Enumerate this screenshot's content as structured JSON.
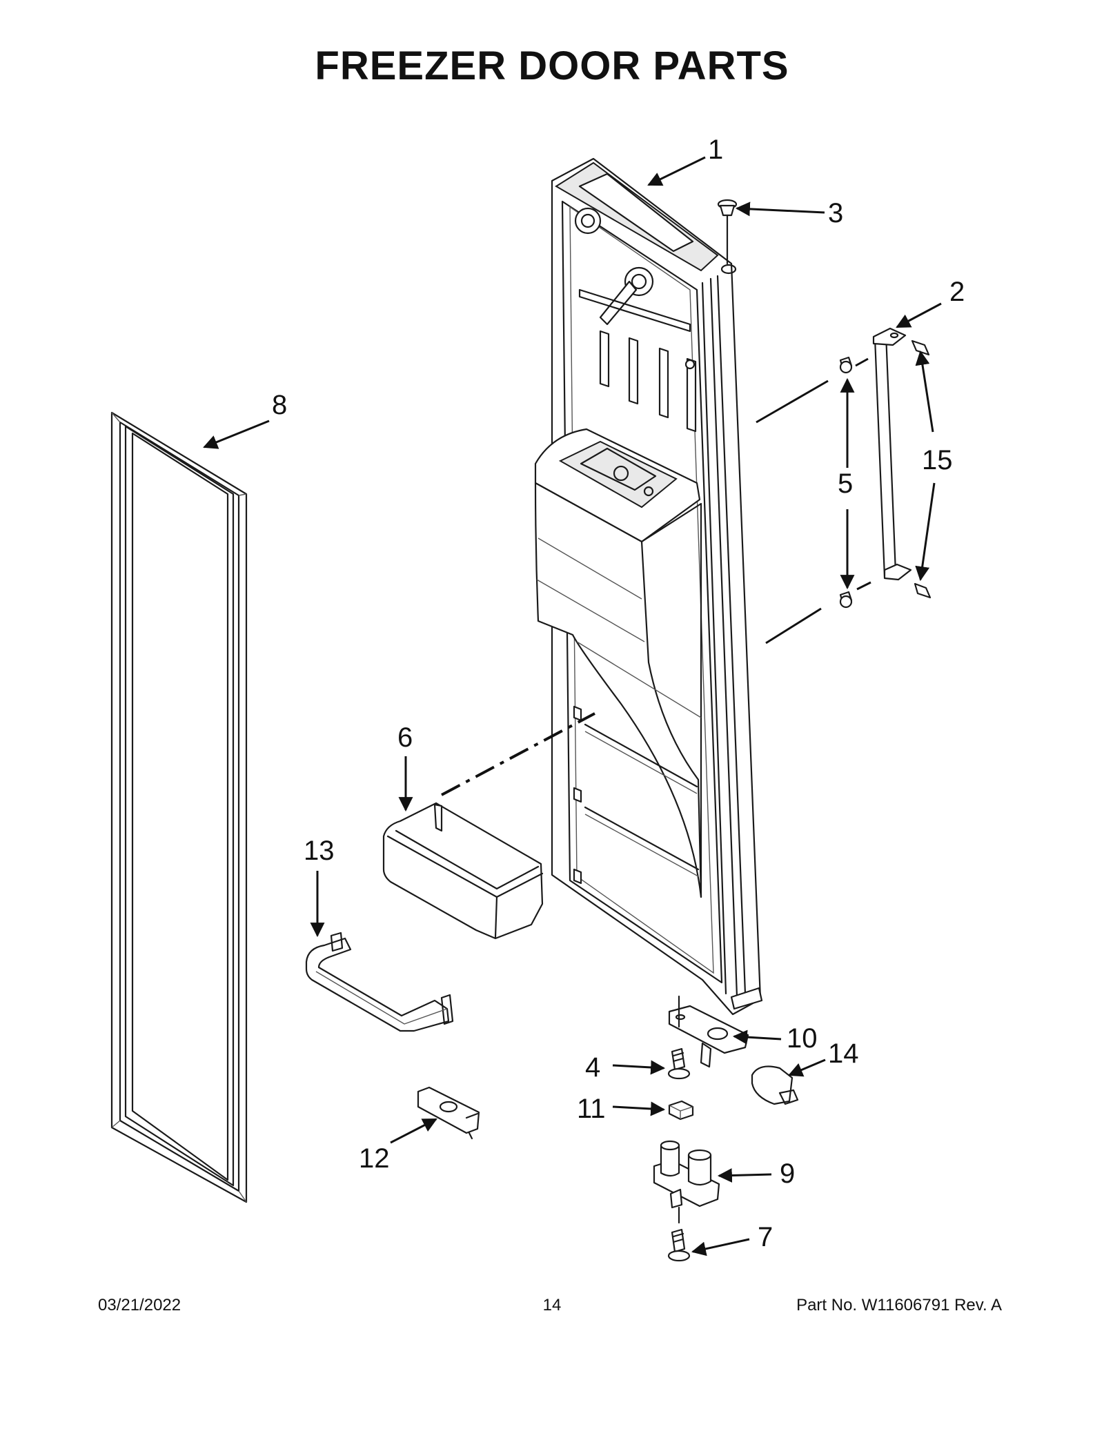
{
  "title": "FREEZER DOOR PARTS",
  "callouts": [
    "1",
    "2",
    "3",
    "4",
    "5",
    "6",
    "7",
    "8",
    "9",
    "10",
    "11",
    "12",
    "13",
    "14",
    "15"
  ],
  "footer": {
    "date": "03/21/2022",
    "page": "14",
    "part": "Part No.  W11606791  Rev.  A"
  }
}
